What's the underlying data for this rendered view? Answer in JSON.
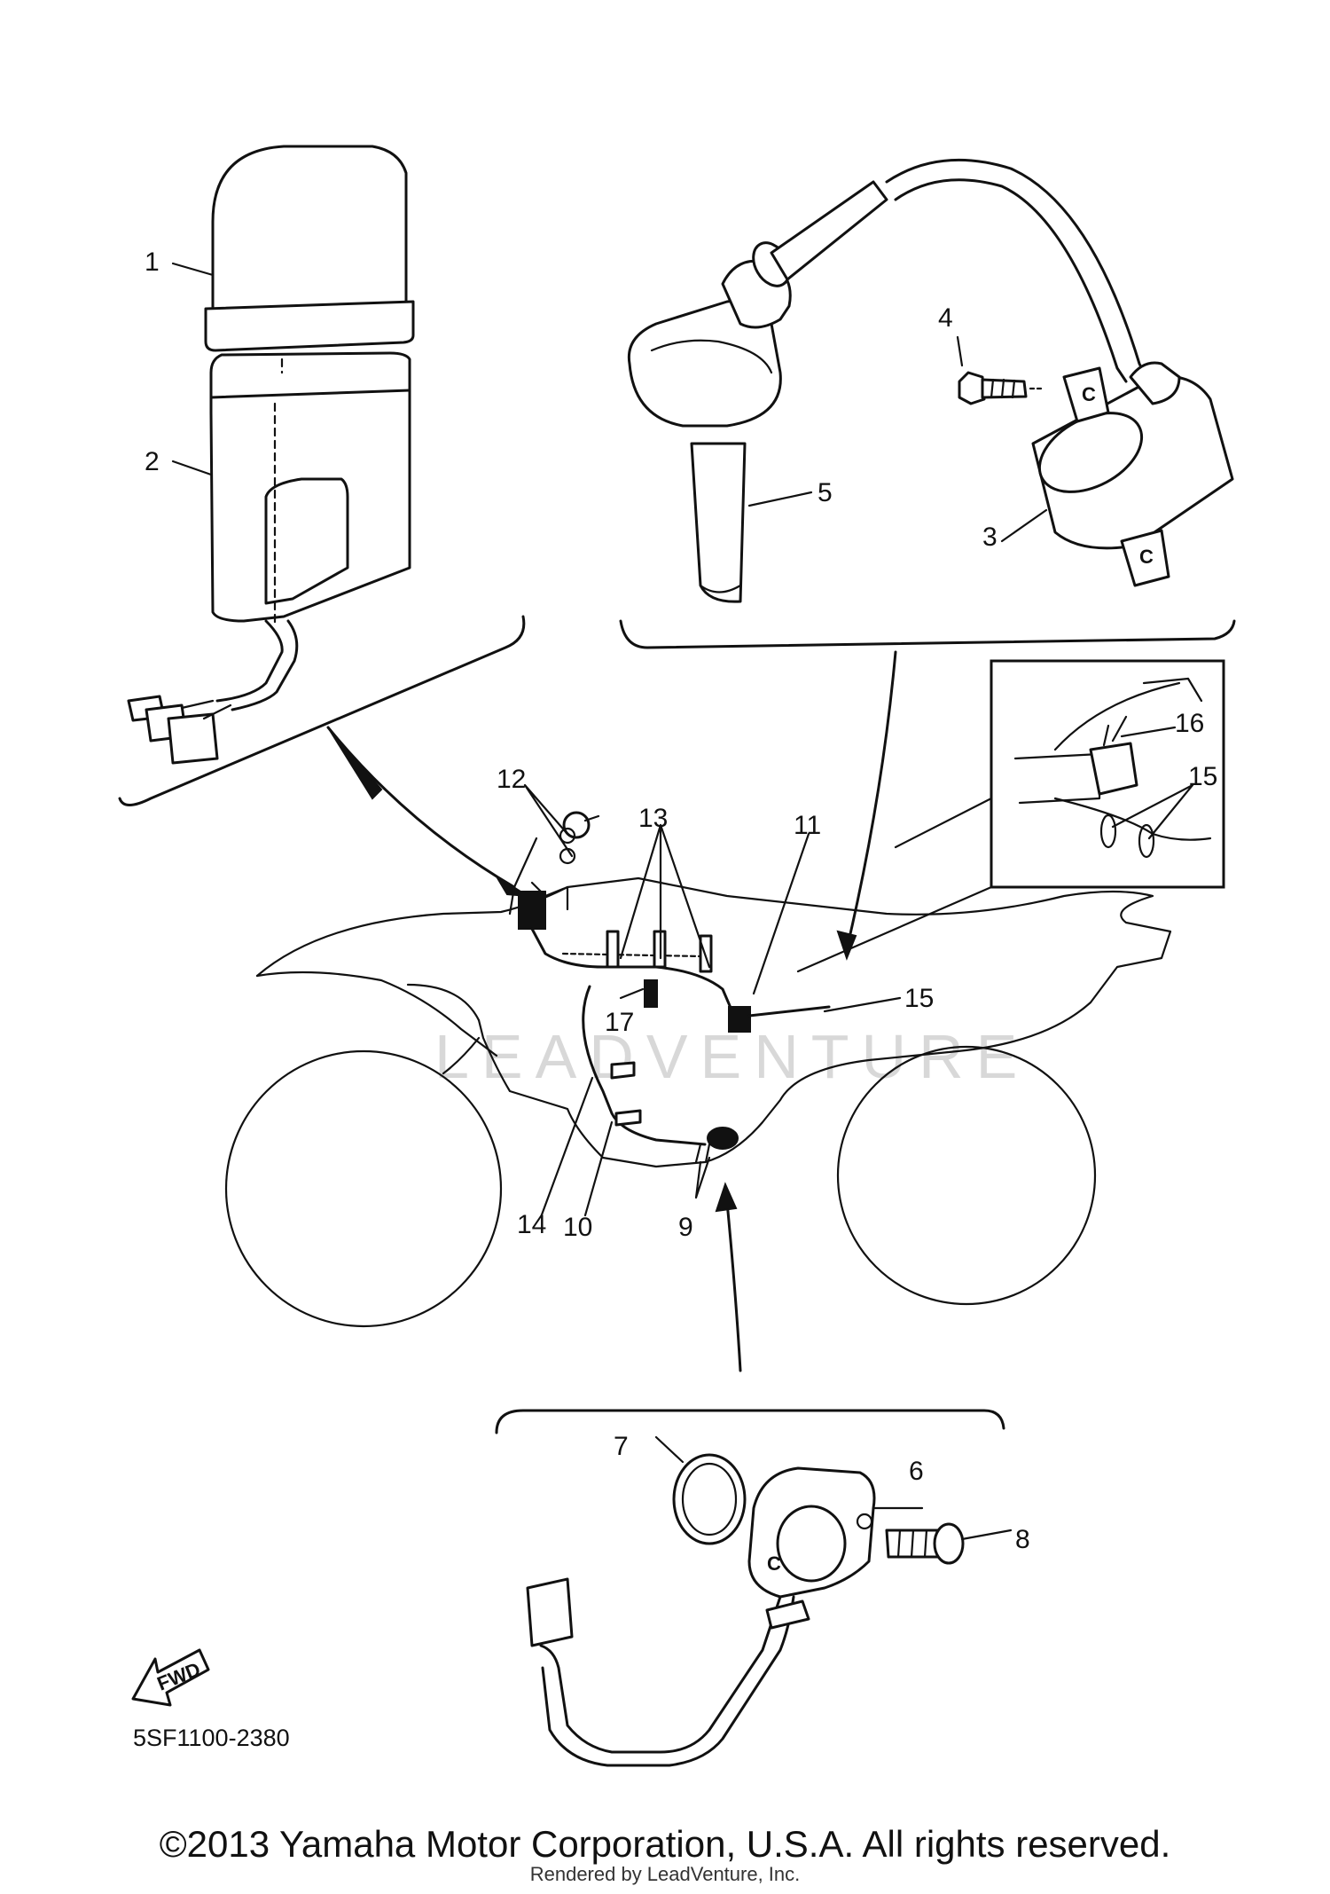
{
  "callouts": [
    "1",
    "2",
    "3",
    "4",
    "5",
    "6",
    "7",
    "8",
    "9",
    "10",
    "11",
    "12",
    "13",
    "14",
    "15",
    "16",
    "15",
    "17"
  ],
  "diagram_code": "5SF1100-2380",
  "fwd_label": "FWD",
  "part_letter": "C",
  "watermark": "LEADVENTURE",
  "copyright": "©2013 Yamaha Motor Corporation, U.S.A. All rights reserved.",
  "rendered_by": "Rendered by LeadVenture, Inc."
}
